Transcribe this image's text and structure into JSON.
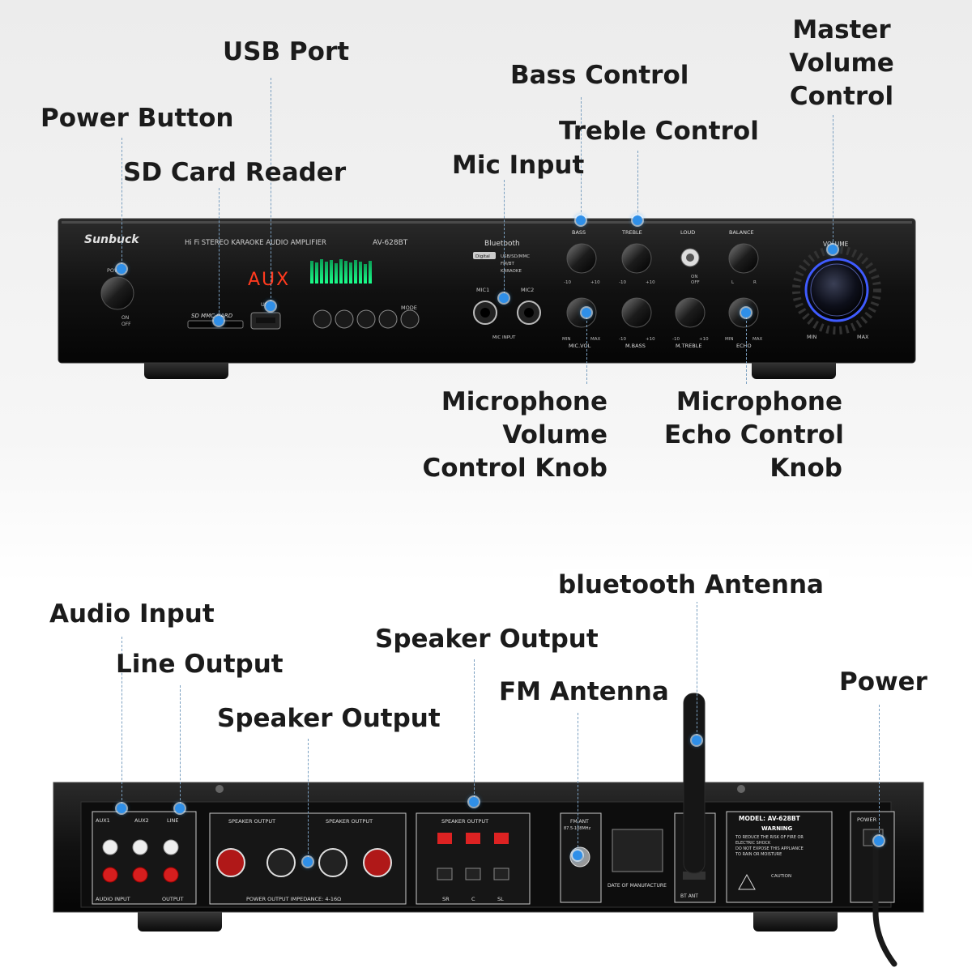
{
  "callouts": {
    "power_button": "Power Button",
    "usb_port": "USB Port",
    "sd_card_reader": "SD Card Reader",
    "mic_input": "Mic Input",
    "bass_control": "Bass Control",
    "treble_control": "Treble Control",
    "master_volume": [
      "Master",
      "Volume",
      "Control"
    ],
    "mic_volume_knob": [
      "Microphone",
      "Volume",
      "Control Knob"
    ],
    "mic_echo_knob": [
      "Microphone",
      "Echo Control",
      "Knob"
    ],
    "audio_input": "Audio Input",
    "line_output": "Line Output",
    "speaker_output_left": "Speaker Output",
    "speaker_output_center": "Speaker Output",
    "fm_antenna": "FM Antenna",
    "bluetooth_antenna": "bluetooth Antenna",
    "power": "Power"
  },
  "front_panel": {
    "brand": "Sunbuck",
    "subtitle": "Hi Fi STEREO KARAOKE AUDIO AMPLIFIER",
    "model": "AV-628BT",
    "display_text": "AUX",
    "power_label": "POWER",
    "power_on": "ON",
    "power_off": "OFF",
    "sd_label": "SD MMC CARD",
    "usb_label": "USB",
    "mode_label": "MODE",
    "bluetooth_label": "Bluetooth",
    "digital_label": "Digital",
    "features": [
      "USB/SD/MMC",
      "FM/BT",
      "KARAOKE"
    ],
    "mic1": "MIC1",
    "mic2": "MIC2",
    "mic_input_label": "MIC INPUT",
    "knobs_top": [
      {
        "label": "BASS",
        "min": "-10",
        "max": "+10"
      },
      {
        "label": "TREBLE",
        "min": "-10",
        "max": "+10"
      },
      {
        "label": "LOUD",
        "min": "ON",
        "max": "OFF"
      },
      {
        "label": "BALANCE",
        "min": "L",
        "max": "R"
      }
    ],
    "knobs_bottom": [
      {
        "label": "MIC.VOL",
        "min": "MIN",
        "max": "MAX"
      },
      {
        "label": "M.BASS",
        "min": "-10",
        "max": "+10"
      },
      {
        "label": "M.TREBLE",
        "min": "-10",
        "max": "+10"
      },
      {
        "label": "ECHO",
        "min": "MIN",
        "max": "MAX"
      }
    ],
    "volume_label": "VOLUME",
    "volume_min": "MIN",
    "volume_max": "MAX"
  },
  "rear_panel": {
    "aux1": "AUX1",
    "aux2": "AUX2",
    "line": "LINE",
    "audio_input": "AUDIO INPUT",
    "output": "OUTPUT",
    "speaker_output_1": "SPEAKER OUTPUT",
    "speaker_output_2": "SPEAKER OUTPUT",
    "impedance": "POWER OUTPUT IMPEDANCE: 4-16Ω",
    "speaker_output_3": "SPEAKER OUTPUT",
    "sr": "SR",
    "c": "C",
    "sl": "SL",
    "fm_ant": "FM ANT",
    "fm_band": "87.5-108MHz",
    "date_of_manufacture": "DATE OF MANUFACTURE",
    "bt_ant": "BT ANT",
    "model_label": "MODEL: AV-628BT",
    "warning_title": "WARNING",
    "warning_text": [
      "TO REDUCE THE RISK OF FIRE OR",
      "ELECTRIC SHOCK",
      "DO NOT EXPOSE THIS APPLIANCE",
      "TO RAIN OR MOISTURE"
    ],
    "caution": "CAUTION",
    "power_label": "POWER"
  },
  "colors": {
    "indicator_dot": "#2f8fe8",
    "display_red": "#ff3a1e",
    "volume_ring": "#3f5bff",
    "leader_line": "#7a9fc0"
  }
}
